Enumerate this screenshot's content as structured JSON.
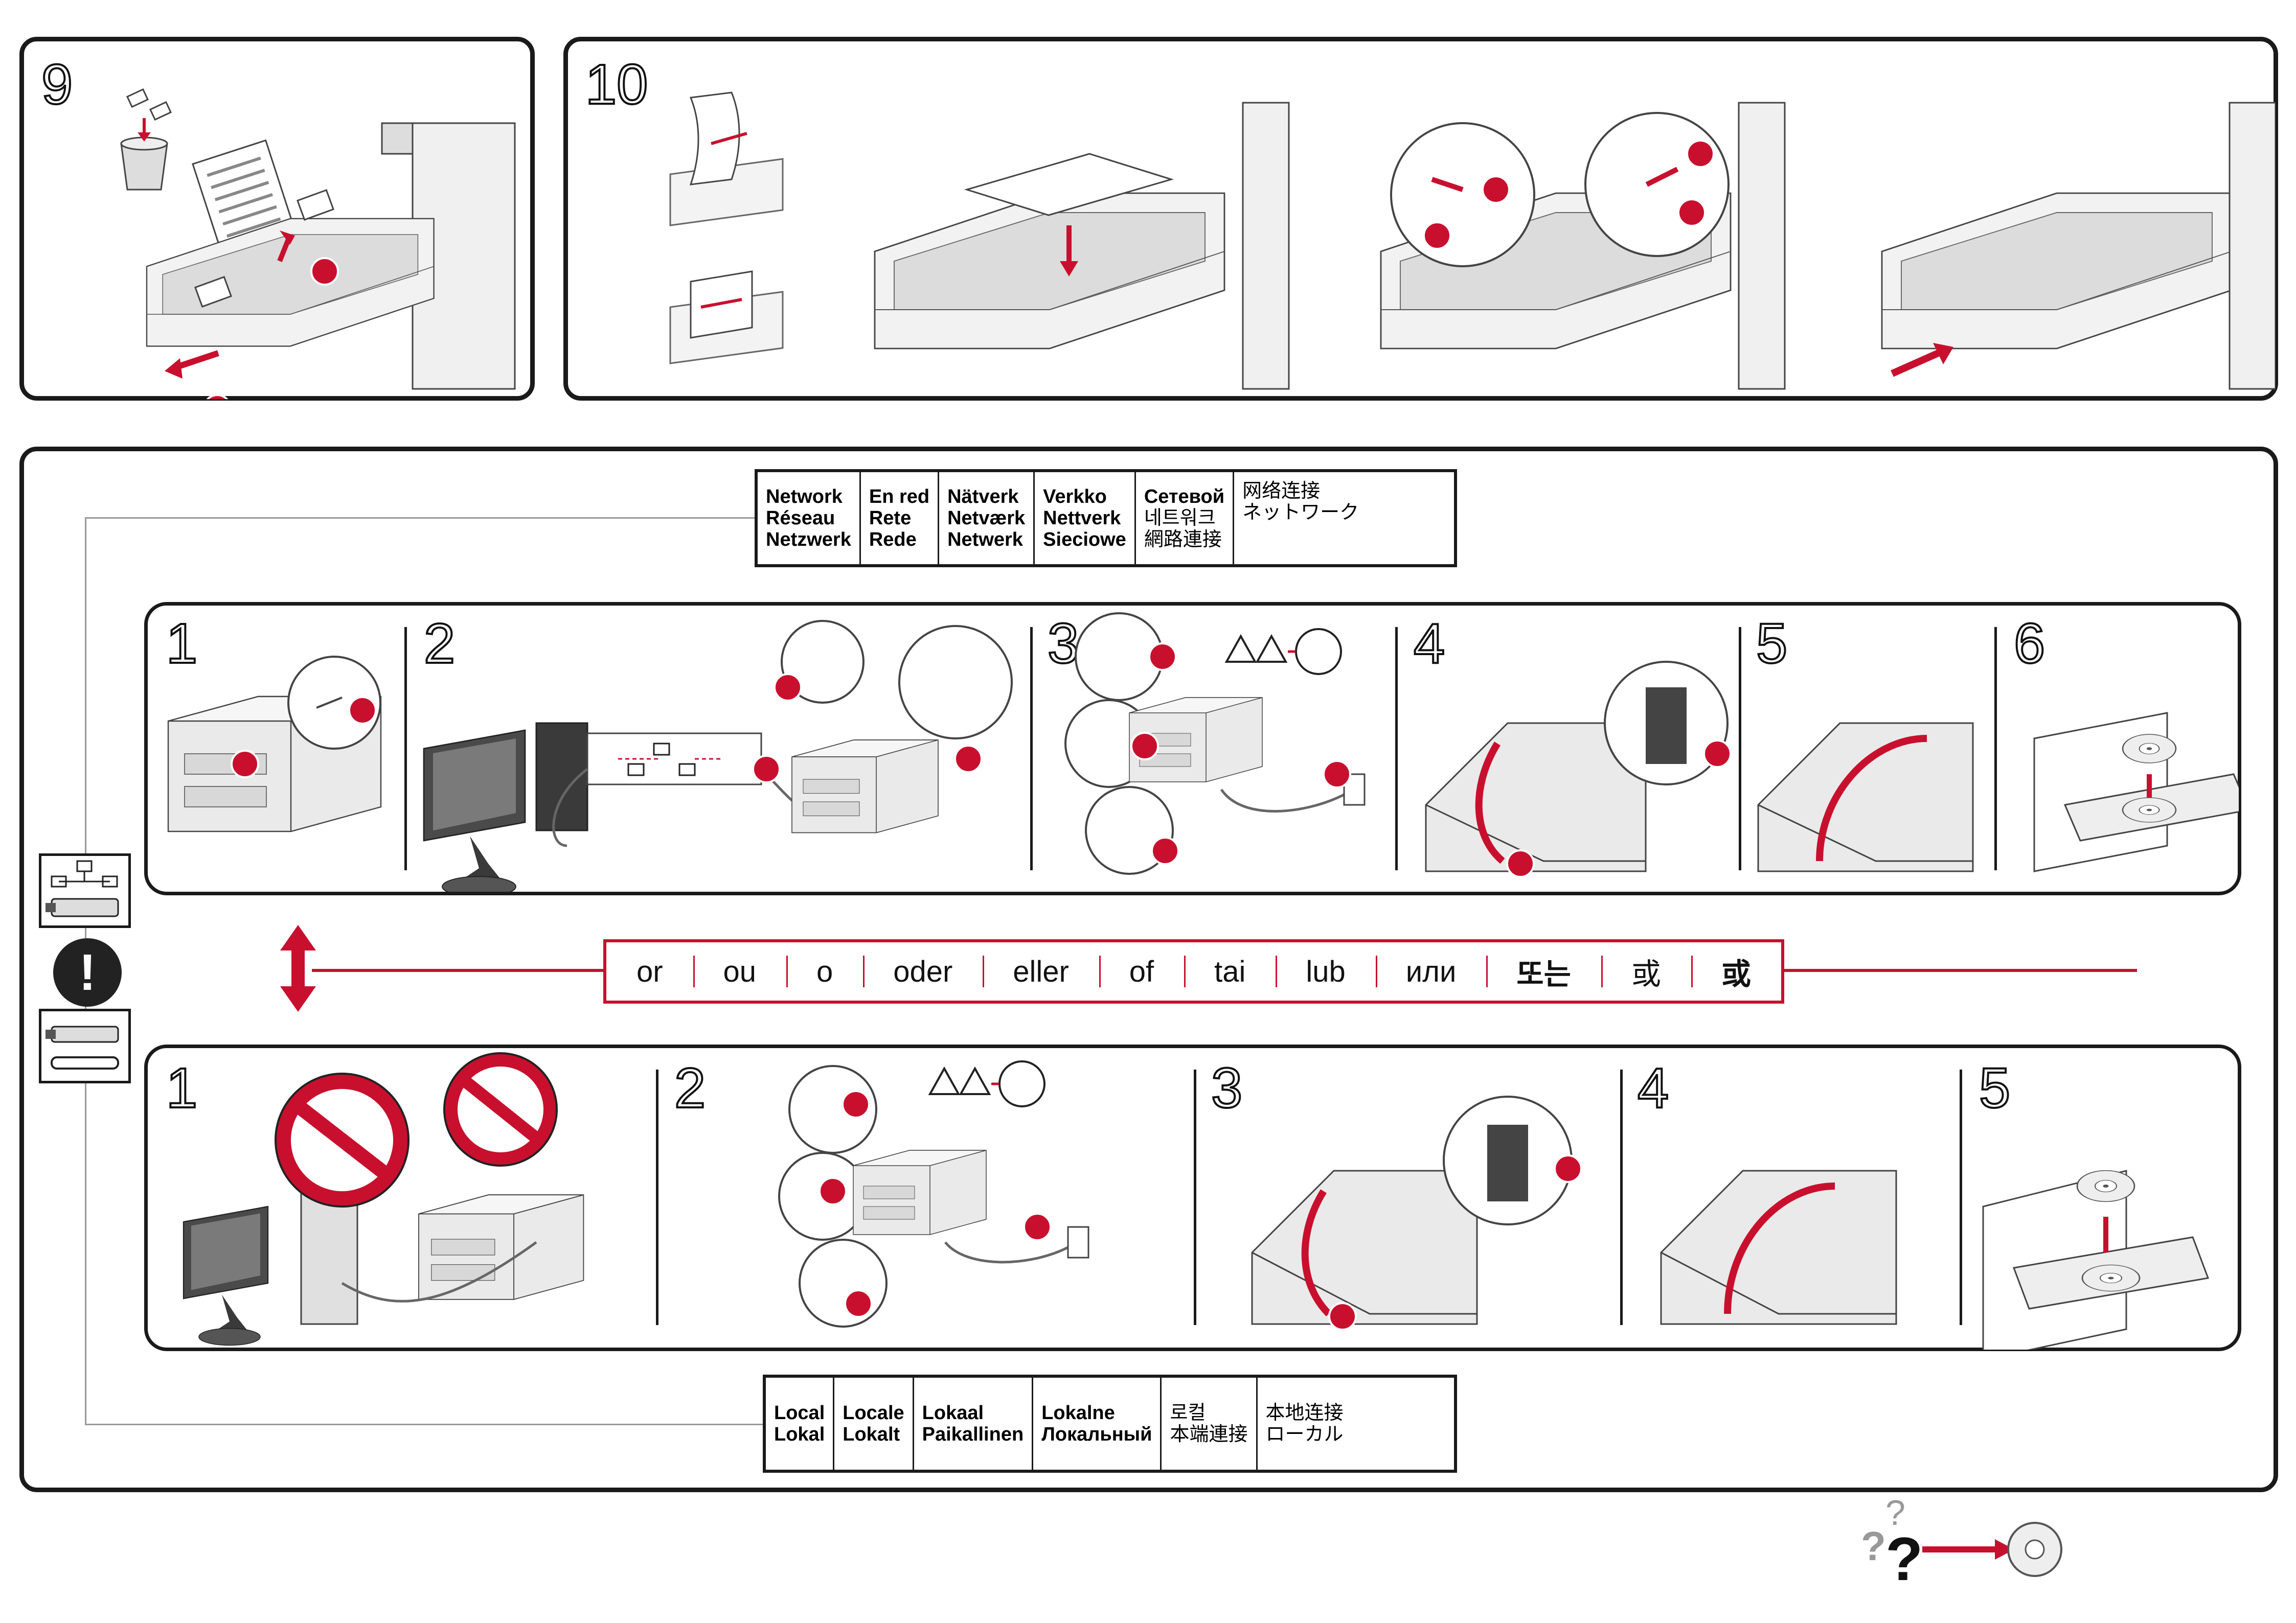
{
  "top": {
    "panel9": {
      "step": "9"
    },
    "panel10": {
      "step": "10"
    }
  },
  "network_table": {
    "columns": [
      [
        "Network",
        "Réseau",
        "Netzwerk"
      ],
      [
        "En red",
        "Rete",
        "Rede"
      ],
      [
        "Nätverk",
        "Netværk",
        "Netwerk"
      ],
      [
        "Verkko",
        "Nettverk",
        "Sieciowe"
      ],
      [
        "Сетевой",
        "네트워크",
        "網路連接"
      ],
      [
        "网络连接",
        "ネットワーク"
      ]
    ]
  },
  "network_steps": [
    "1",
    "2",
    "3",
    "4",
    "5",
    "6"
  ],
  "or_bar": [
    "or",
    "ou",
    "o",
    "oder",
    "eller",
    "of",
    "tai",
    "lub",
    "или",
    "또는",
    "或",
    "或"
  ],
  "local_steps": [
    "1",
    "2",
    "3",
    "4",
    "5"
  ],
  "local_table": {
    "columns": [
      [
        "Local",
        "Lokal"
      ],
      [
        "Locale",
        "Lokalt"
      ],
      [
        "Lokaal",
        "Paikallinen"
      ],
      [
        "Lokalne",
        "Локальный"
      ],
      [
        "로컬",
        "本端連接"
      ],
      [
        "本地连接",
        "ローカル"
      ]
    ]
  },
  "callouts": [
    "1",
    "2",
    "3",
    "4"
  ],
  "help": {
    "q1": "?",
    "q2": "?",
    "q3": "?"
  },
  "colors": {
    "accent": "#c8102e",
    "outline": "#1a1a1a"
  }
}
